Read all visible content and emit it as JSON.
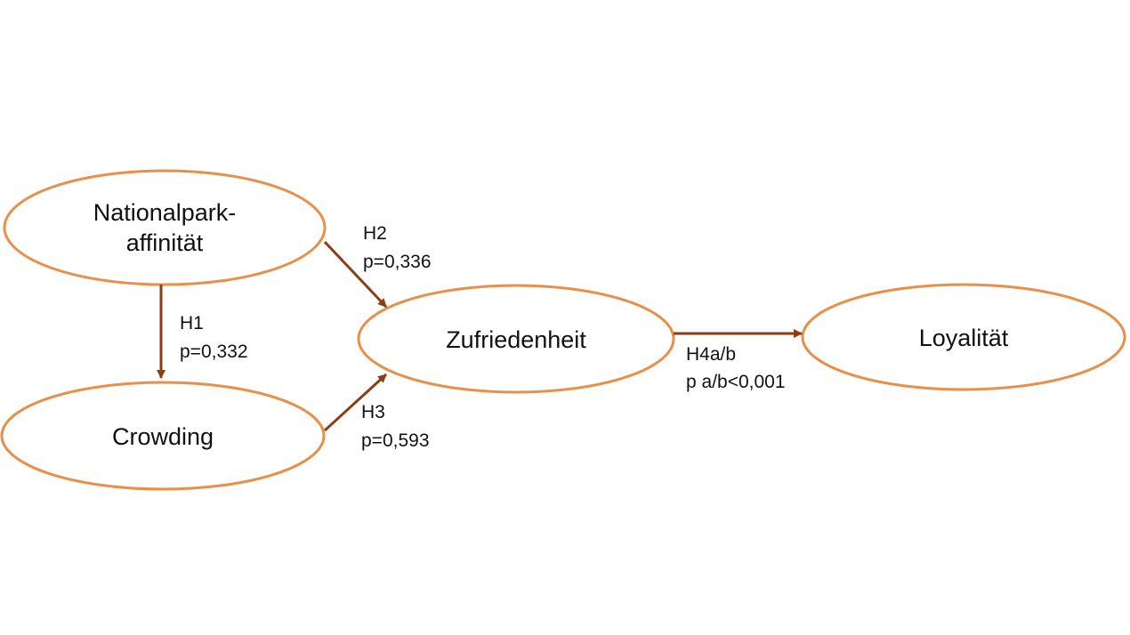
{
  "colors": {
    "node_stroke": "#E8904A",
    "arrow": "#8B3E16",
    "text": "#111111",
    "background": "#FFFFFF"
  },
  "nodes": {
    "nationalpark": {
      "line1": "Nationalpark-",
      "line2": "affinität"
    },
    "crowding": {
      "label": "Crowding"
    },
    "zufriedenheit": {
      "label": "Zufriedenheit"
    },
    "loyalitaet": {
      "label": "Loyalität"
    }
  },
  "edges": {
    "h1": {
      "hypothesis": "H1",
      "p_value": "p=0,332"
    },
    "h2": {
      "hypothesis": "H2",
      "p_value": "p=0,336"
    },
    "h3": {
      "hypothesis": "H3",
      "p_value": "p=0,593"
    },
    "h4": {
      "hypothesis": "H4a/b",
      "p_value": "p a/b<0,001"
    }
  }
}
